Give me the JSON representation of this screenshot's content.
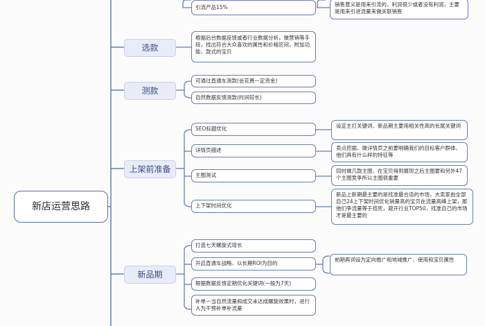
{
  "root": {
    "label": "新店运营思路"
  },
  "top_fragment": {
    "item": "引流产品15%",
    "note": "销售意义是用来引流的，利润很少或者没有利润，主要是用来引进流量来做关联销售"
  },
  "branches": [
    {
      "key": "xuankuan",
      "label": "选款",
      "items": [
        "根据后台数据反馈或者行业数据分析，做营销等手段，找出符合大众喜欢的属性和价格区间，附加功能、款式的宝贝"
      ]
    },
    {
      "key": "cekuan",
      "label": "测款",
      "items": [
        "可通过直通车测款(会花费一定资金)",
        "自然数据反馈测款(时间较长)"
      ]
    },
    {
      "key": "shangjia",
      "label": "上架前准备",
      "items": [
        "SEO标题优化",
        "详情页描述",
        "主图测试",
        "上下架时间优化"
      ],
      "notes": [
        "设定主打关键词、新品期主要用相关性高的长尾关键词",
        "卖点挖掘、做详情页之前要明确我们的目标客户群体、他们具有什么样的特征等",
        "同时做几款主图、在宝贝得到展现之后主图要和另外47个主图竞争所以主图很重要",
        "新品上新期最主要的是找准最合适的市场，大卖家由全部自己24上下架时间优化销量高的宝贝在流量高峰上架，那他们争流量等于找死，避开行业TOP50，找准自己的市场才是最主要的"
      ]
    },
    {
      "key": "xinpin",
      "label": "新品期",
      "items": [
        "打造七天螺旋式增长",
        "开启直通车战略、以长期ROI为目的",
        "根据数据反馈定期优化关键词(一般为7天)",
        "补单一当自然流量和成交未达成螺旋效果时，进行人为干预补单补流量"
      ],
      "notes": [
        "前期再词设为定向推广和地域推广、使用和宝贝属性"
      ]
    }
  ]
}
